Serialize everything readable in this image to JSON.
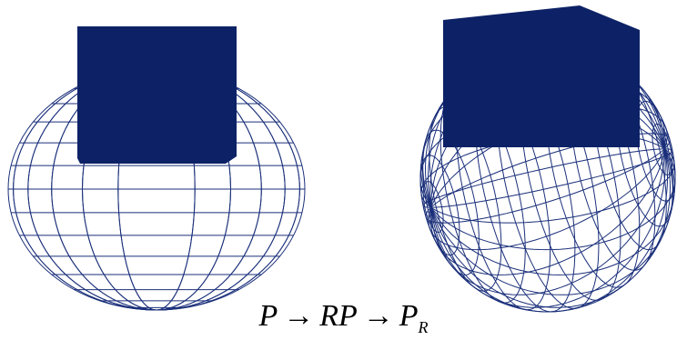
{
  "caption": {
    "p": "P",
    "arrow1": "→",
    "rp": "RP",
    "arrow2": "→",
    "p_r_base": "P",
    "p_r_sub": "R"
  },
  "colors": {
    "wire": "#1a2f7a",
    "solid": "#0d2266",
    "background": "#ffffff"
  },
  "figures": [
    {
      "name": "original-sphere-with-cube"
    },
    {
      "name": "rotated-sphere-with-cube"
    }
  ]
}
